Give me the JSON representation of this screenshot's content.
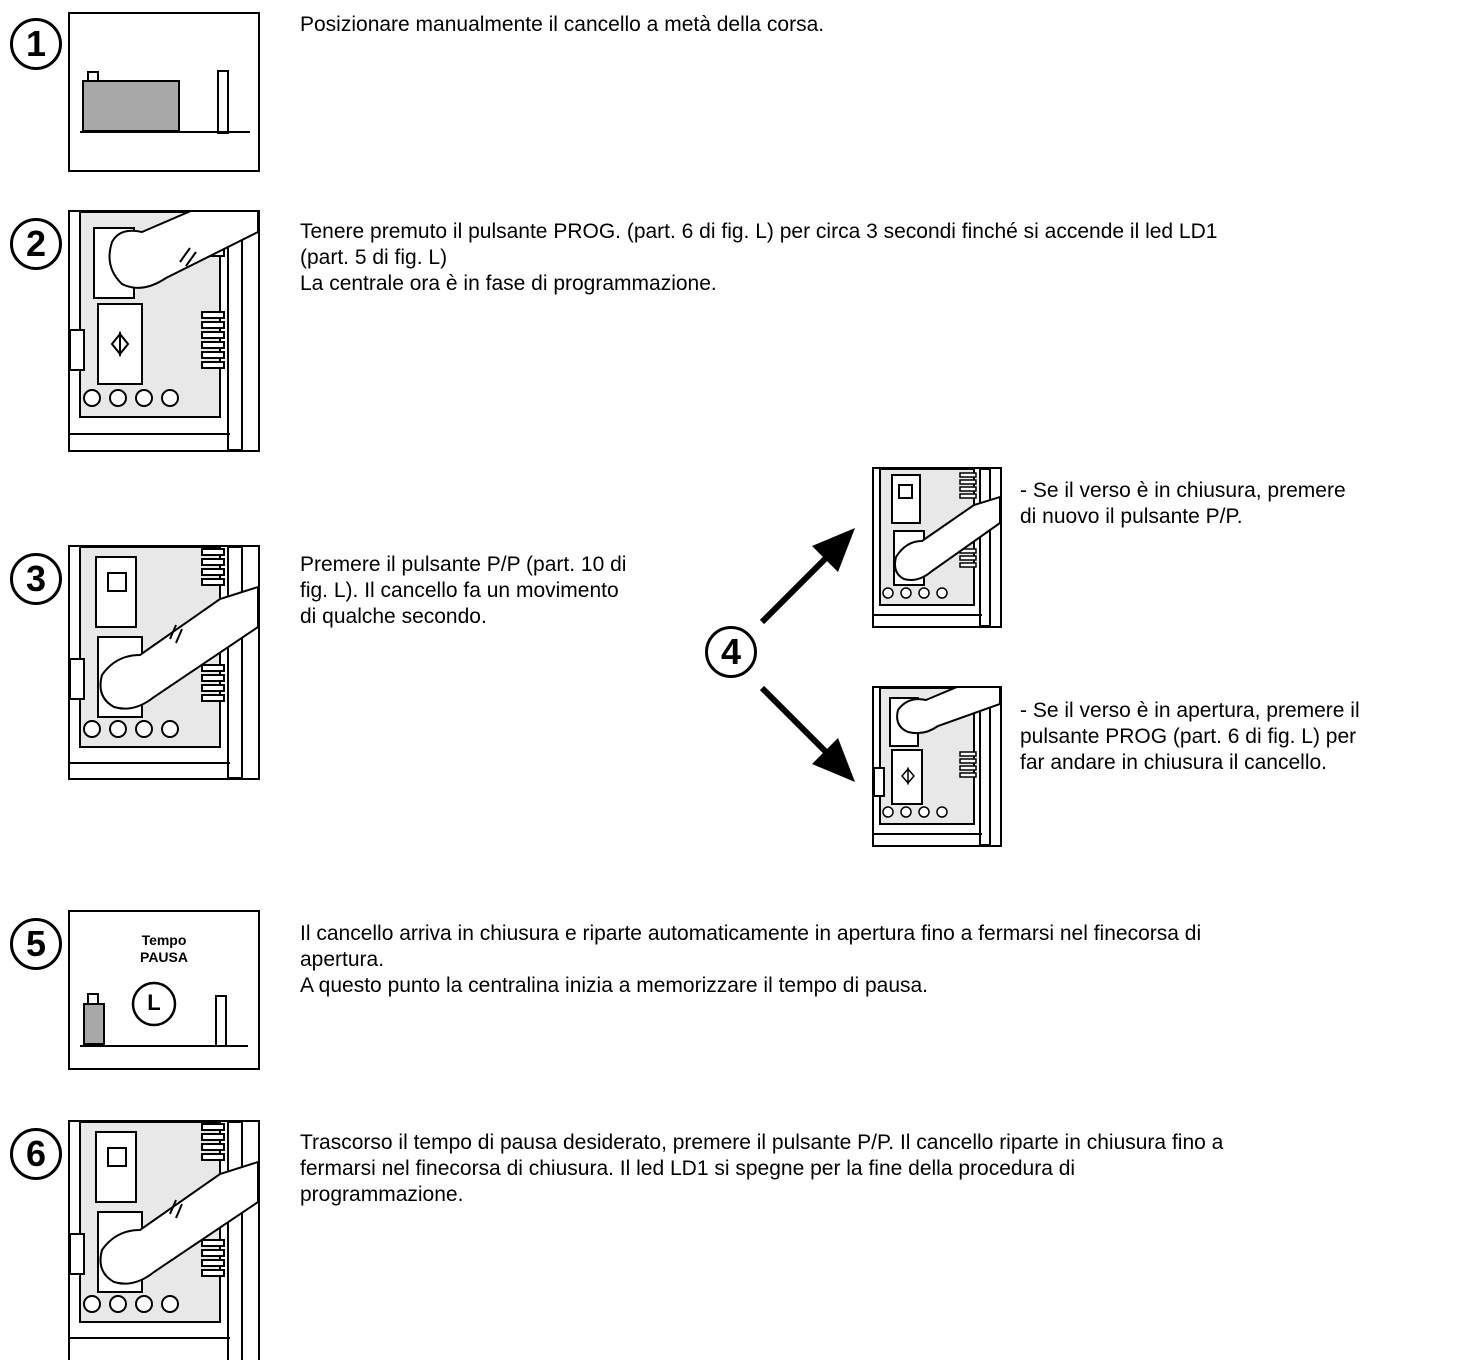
{
  "steps": [
    {
      "number": "1",
      "text": "Posizionare manualmente il cancello a metà della corsa."
    },
    {
      "number": "2",
      "text": "Tenere premuto il pulsante PROG. (part. 6 di fig. L) per circa 3 secondi finché si accende il led LD1\n(part. 5 di fig. L)\nLa centrale ora è in fase di programmazione."
    },
    {
      "number": "3",
      "text": "Premere il pulsante P/P (part. 10 di\nfig. L). Il cancello fa un movimento\ndi qualche secondo."
    },
    {
      "number": "4",
      "option_a": "- Se il verso è in chiusura, premere\ndi nuovo il pulsante P/P.",
      "option_b": "- Se il verso è in apertura, premere il\npulsante PROG (part. 6 di fig. L) per\nfar andare in chiusura il cancello."
    },
    {
      "number": "5",
      "text": "Il cancello arriva in chiusura e riparte automaticamente in apertura fino a fermarsi nel finecorsa di\napertura.\nA questo punto la centralina inizia a memorizzare il tempo di pausa.",
      "figure_label_top": "Tempo",
      "figure_label_bottom": "PAUSA",
      "clock_letter": "L"
    },
    {
      "number": "6",
      "text": "Trascorso il tempo di pausa desiderato, premere il pulsante P/P. Il cancello riparte in chiusura fino a\nfermarsi nel finecorsa di chiusura. Il led LD1 si spegne per la fine della procedura di\nprogrammazione."
    }
  ],
  "colors": {
    "gate_fill": "#a8a8a8",
    "board_fill": "#e8e8e8",
    "finger_fill": "#ffffff"
  }
}
